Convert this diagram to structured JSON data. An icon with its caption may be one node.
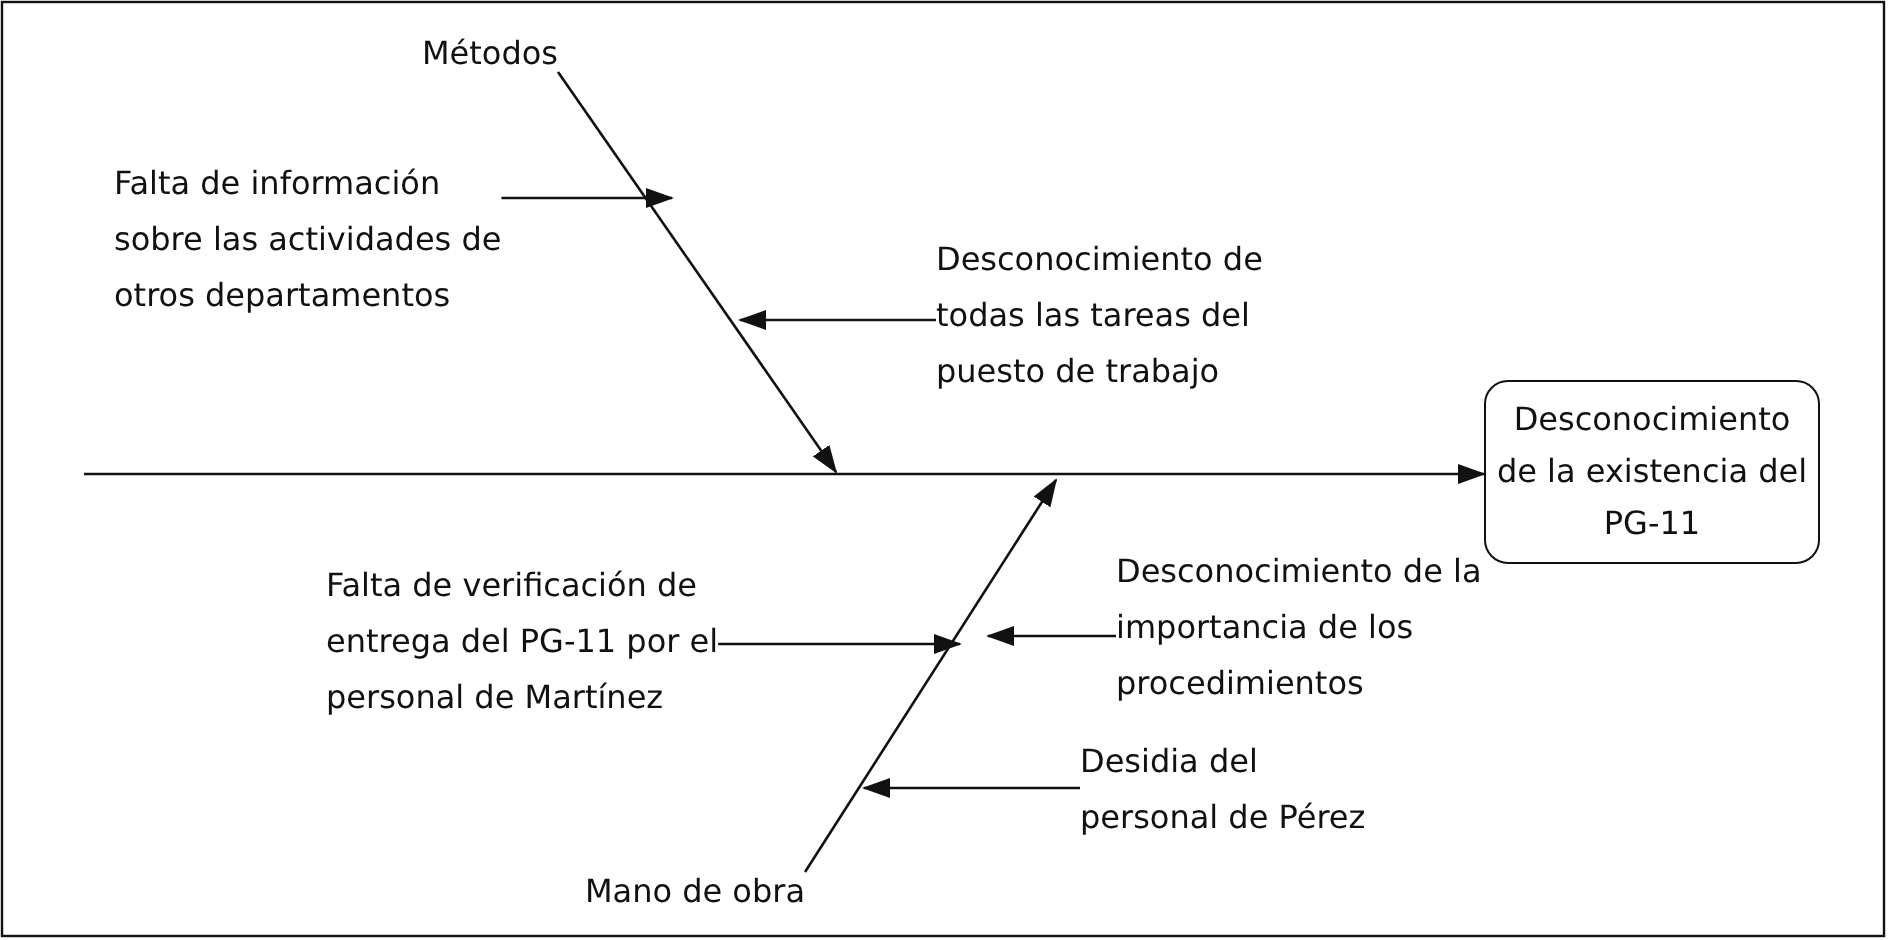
{
  "diagram": {
    "nodes": [
      {
        "text": [
          "Métodos"
        ]
      },
      {
        "text": [
          "Falta de información sobre las actividades de otros departamentos"
        ]
      },
      {
        "text": [
          "Desconocimiento de todas las tareas del puesto de trabajo"
        ]
      },
      {
        "text": [
          "Desconocimiento de la existencia del PG-11"
        ]
      },
      {
        "text": [
          "Falta de verificación de entrega del PG-11 por el personal de Martínez"
        ]
      },
      {
        "text": [
          "Desconocimiento de la importancia de los procedimientos"
        ]
      },
      {
        "text": [
          "Desidia del personal de Pérez"
        ]
      },
      {
        "text": [
          "Mano de obra"
        ]
      }
    ],
    "edges": [
      {
        "from": null,
        "to": 3,
        "arrow": "to"
      },
      {
        "from": 0,
        "to": null,
        "arrow": "to"
      },
      {
        "from": 1,
        "to": null,
        "arrow": "to"
      },
      {
        "from": 2,
        "to": null,
        "arrow": "to"
      },
      {
        "from": 7,
        "to": null,
        "arrow": "to"
      },
      {
        "from": 4,
        "to": null,
        "arrow": "to"
      },
      {
        "from": 5,
        "to": null,
        "arrow": "to"
      },
      {
        "from": 6,
        "to": null,
        "arrow": "to"
      }
    ]
  }
}
